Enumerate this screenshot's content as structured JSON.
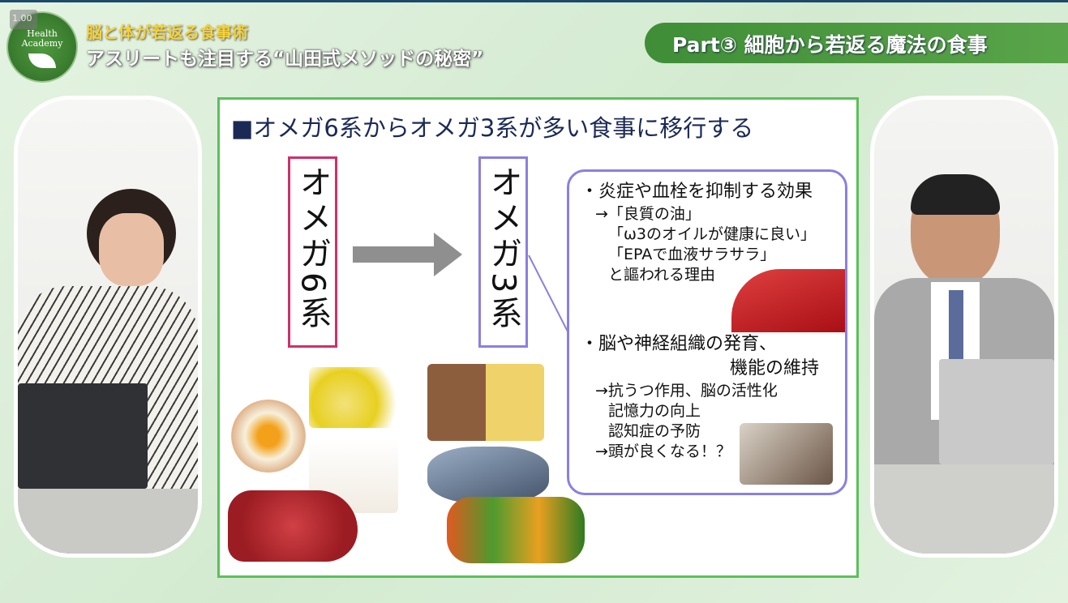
{
  "overlay": {
    "playback_speed": "1.00"
  },
  "logo": {
    "line1": "Health",
    "line2": "Academy"
  },
  "header": {
    "title_line1": "脳と体が若返る食事術",
    "title_line2": "アスリートも注目する“山田式メソッドの秘密”",
    "part_banner": "Part③ 細胞から若返る魔法の食事"
  },
  "slide": {
    "title": "■オメガ6系からオメガ3系が多い食事に移行する",
    "omega6": "オメガ6系",
    "omega3": "オメガ3系",
    "box": {
      "bullet1": "・炎症や血栓を抑制する効果",
      "lines1": [
        "→「良質の油」",
        "「ω3のオイルが健康に良い」",
        "「EPAで血液サラサラ」",
        "と謳われる理由"
      ],
      "bullet2a": "・脳や神経組織の発育、",
      "bullet2b": "機能の維持",
      "lines2": [
        "→抗うつ作用、脳の活性化",
        "記憶力の向上",
        "認知症の予防",
        "→頭が良くなる！？"
      ]
    }
  },
  "colors": {
    "accent_green": "#5cc05a",
    "omega6_border": "#d0306a",
    "omega3_border": "#8a80e0",
    "title_navy": "#1b2a55"
  }
}
